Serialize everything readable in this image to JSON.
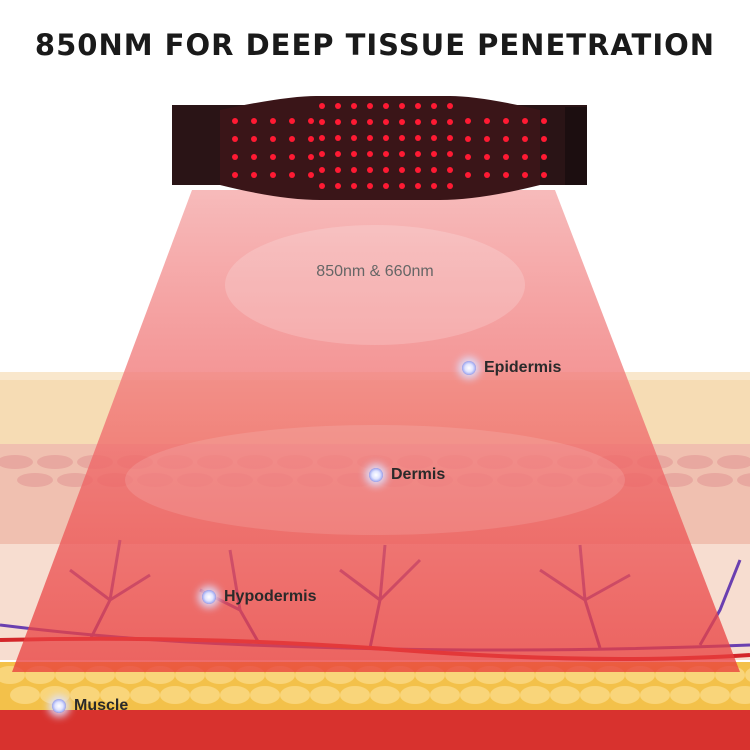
{
  "title": "850NM FOR DEEP TISSUE PENETRATION",
  "wavelength_label": "850nm & 660nm",
  "layers": {
    "epidermis": "Epidermis",
    "dermis": "Dermis",
    "hypodermis": "Hypodermis",
    "muscle": "Muscle"
  },
  "colors": {
    "led": "#ff1a33",
    "belt": "#2a1416",
    "beam": "#f05a5a"
  }
}
